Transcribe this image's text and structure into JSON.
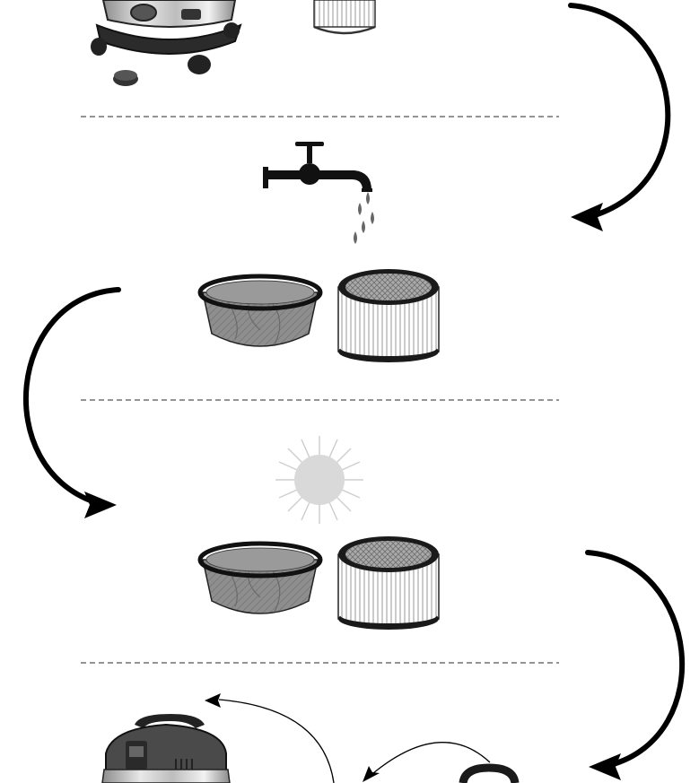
{
  "diagram": {
    "steps": [
      {
        "id": "remove-filters",
        "icons": [
          "vacuum-cleaner-icon",
          "cartridge-filter-icon"
        ]
      },
      {
        "id": "rinse-filters",
        "icons": [
          "water-tap-icon",
          "cloth-filter-bag-icon",
          "cartridge-filter-icon"
        ]
      },
      {
        "id": "dry-filters",
        "icons": [
          "sun-icon",
          "cloth-filter-bag-icon",
          "cartridge-filter-icon"
        ]
      },
      {
        "id": "reassemble",
        "icons": [
          "vacuum-cleaner-icon",
          "filter-ring-icon"
        ]
      }
    ],
    "colors": {
      "line": "#111111",
      "separator": "#555555",
      "stainless": "#c8c8c8",
      "filter-mesh": "#9a9a9a",
      "sun": "#d9d9d9"
    }
  }
}
